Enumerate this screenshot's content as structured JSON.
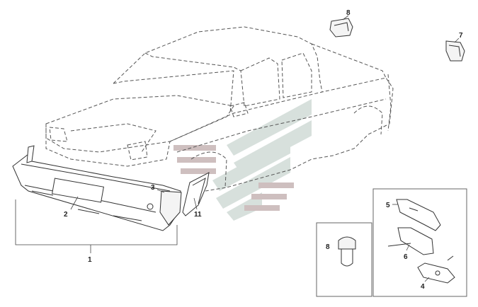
{
  "diagram": {
    "callouts": {
      "c1": "1",
      "c2": "2",
      "c3": "3",
      "c4": "4",
      "c5": "5",
      "c6": "6",
      "c7": "7",
      "c8_top": "8",
      "c8_box": "8",
      "c11": "11"
    },
    "colors": {
      "watermark_gray": "#c9c9c9",
      "watermark_red": "#c9b9b9",
      "watermark_green": "#d3ddd9",
      "line": "#333333"
    }
  }
}
